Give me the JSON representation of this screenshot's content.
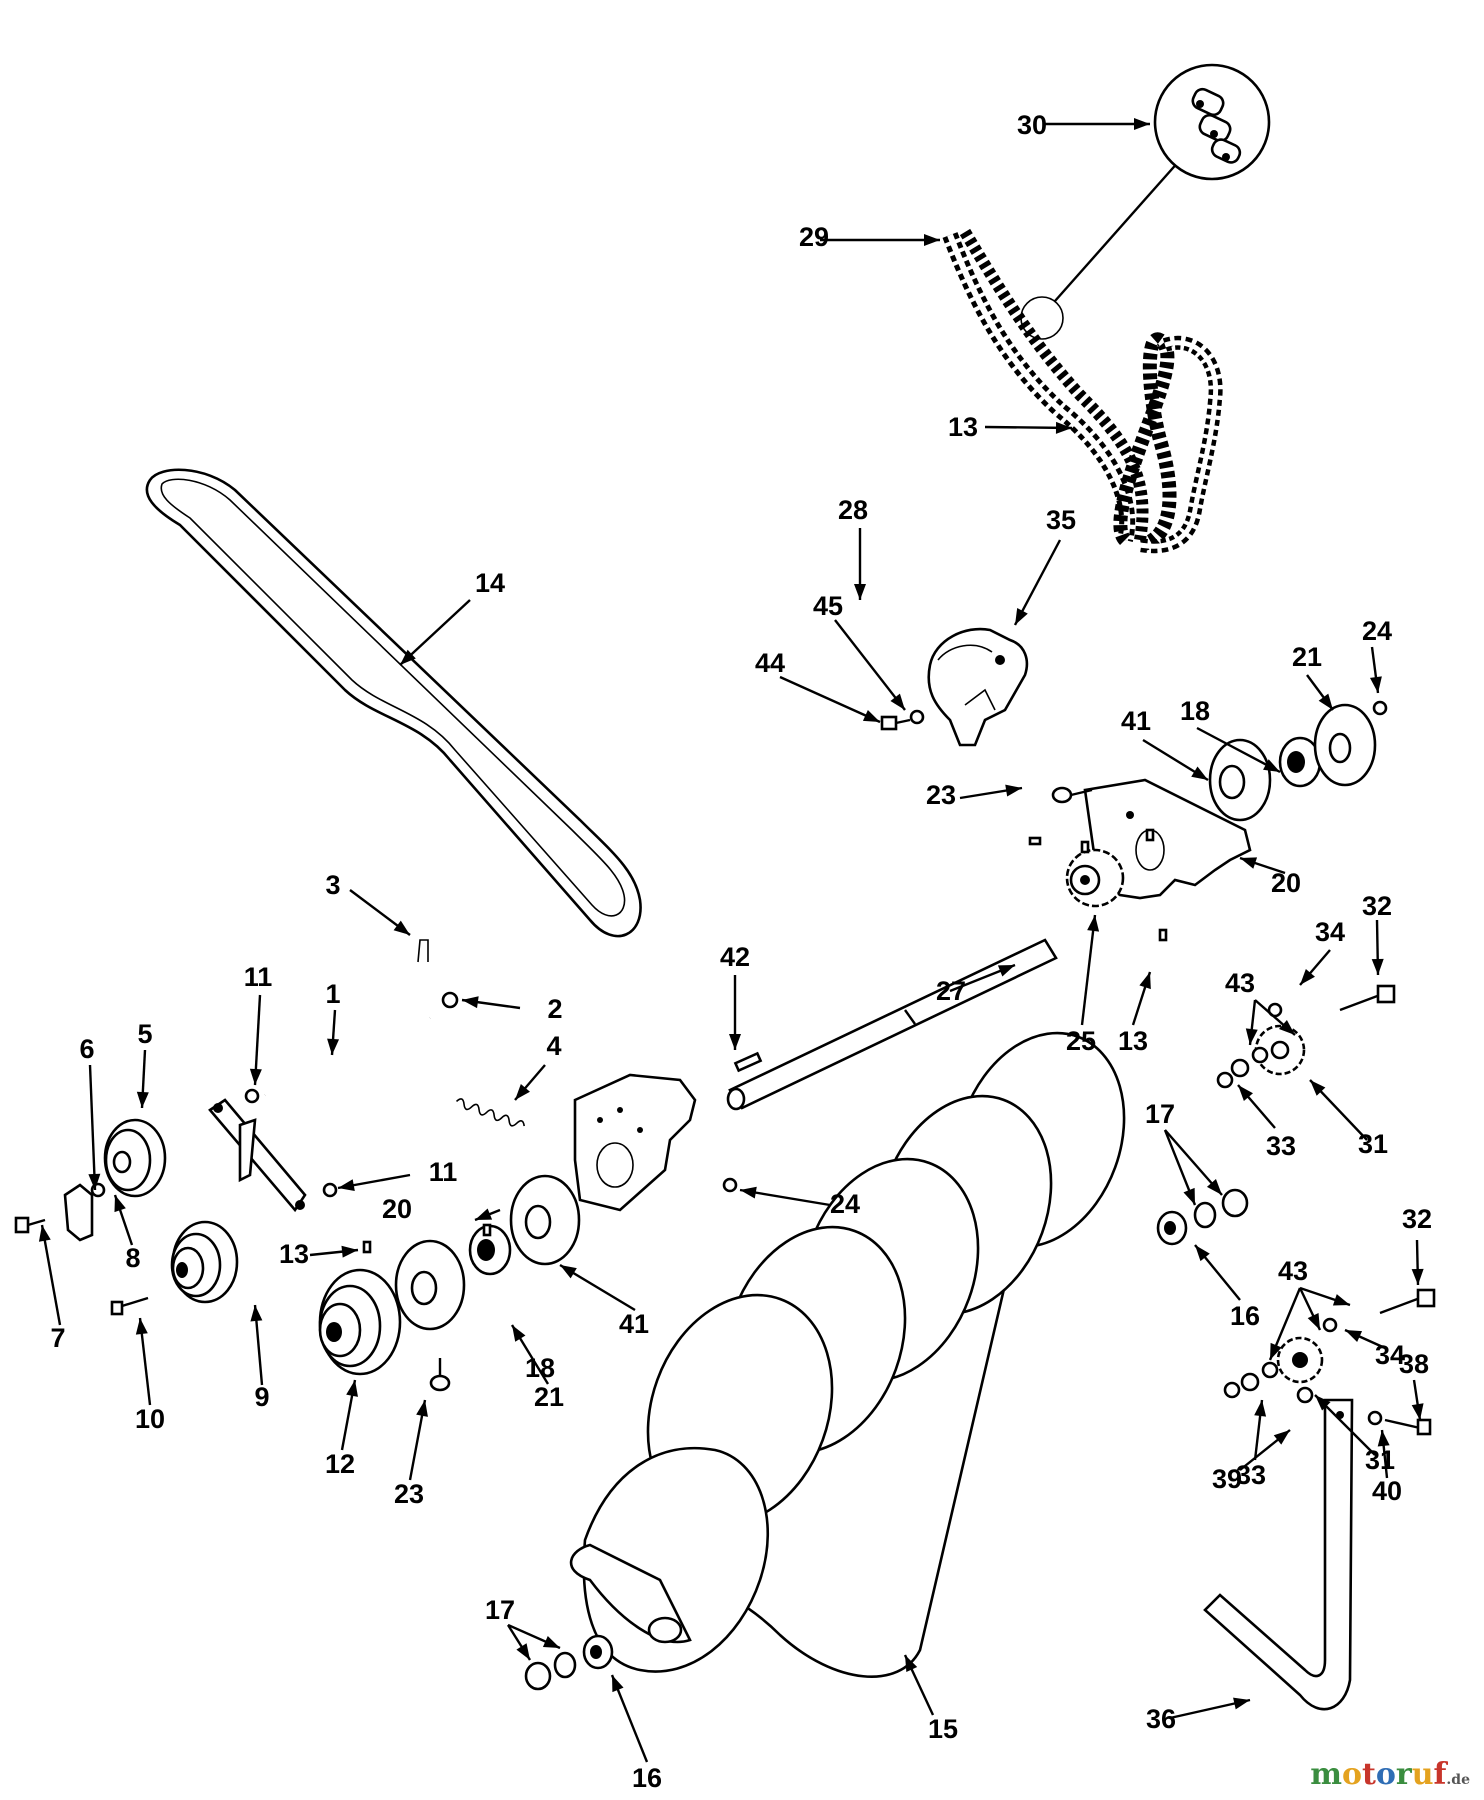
{
  "watermark": {
    "parts": [
      {
        "text": "m",
        "color": "#3a8d3f"
      },
      {
        "text": "o",
        "color": "#e4a21f"
      },
      {
        "text": "t",
        "color": "#c8352b"
      },
      {
        "text": "o",
        "color": "#2f6db5"
      },
      {
        "text": "r",
        "color": "#3a8d3f"
      },
      {
        "text": "u",
        "color": "#e4a21f"
      },
      {
        "text": "f",
        "color": "#c8352b"
      }
    ],
    "suffix": ".de",
    "suffix_color": "#555555"
  },
  "callouts": [
    {
      "label": "1",
      "part": "hitch-rod"
    },
    {
      "label": "2",
      "part": "hitch-rod-nut"
    },
    {
      "label": "3",
      "part": "cotter-pin"
    },
    {
      "label": "4",
      "part": "tension-spring"
    },
    {
      "label": "5",
      "part": "idler-pulley"
    },
    {
      "label": "6",
      "part": "bracket"
    },
    {
      "label": "7",
      "part": "bolt"
    },
    {
      "label": "8",
      "part": "spacer"
    },
    {
      "label": "9",
      "part": "drive-pulley"
    },
    {
      "label": "10",
      "part": "bolt"
    },
    {
      "label": "11",
      "part": "nut"
    },
    {
      "label": "11",
      "part": "nut"
    },
    {
      "label": "12",
      "part": "auger-pulley"
    },
    {
      "label": "13",
      "part": "set-screw"
    },
    {
      "label": "13",
      "part": "set-screw"
    },
    {
      "label": "13",
      "part": "set-screw"
    },
    {
      "label": "14",
      "part": "v-belt"
    },
    {
      "label": "15",
      "part": "auger"
    },
    {
      "label": "16",
      "part": "bearing"
    },
    {
      "label": "16",
      "part": "bearing"
    },
    {
      "label": "17",
      "part": "washers"
    },
    {
      "label": "17",
      "part": "washers"
    },
    {
      "label": "18",
      "part": "bearing"
    },
    {
      "label": "18",
      "part": "bearing"
    },
    {
      "label": "20",
      "part": "set-screw"
    },
    {
      "label": "20",
      "part": "set-screw"
    },
    {
      "label": "21",
      "part": "flange"
    },
    {
      "label": "21",
      "part": "flange"
    },
    {
      "label": "23",
      "part": "carriage-bolt"
    },
    {
      "label": "23",
      "part": "carriage-bolt"
    },
    {
      "label": "24",
      "part": "nut"
    },
    {
      "label": "24",
      "part": "nut"
    },
    {
      "label": "25",
      "part": "sprocket"
    },
    {
      "label": "27",
      "part": "key"
    },
    {
      "label": "28",
      "part": "shaft"
    },
    {
      "label": "29",
      "part": "chain"
    },
    {
      "label": "30",
      "part": "master-link"
    },
    {
      "label": "31",
      "part": "idler-sprocket"
    },
    {
      "label": "31",
      "part": "idler-sprocket"
    },
    {
      "label": "32",
      "part": "bolt"
    },
    {
      "label": "32",
      "part": "bolt"
    },
    {
      "label": "33",
      "part": "nut"
    },
    {
      "label": "33",
      "part": "nut"
    },
    {
      "label": "34",
      "part": "washer"
    },
    {
      "label": "34",
      "part": "washer"
    },
    {
      "label": "35",
      "part": "chain-guard"
    },
    {
      "label": "36",
      "part": "strap"
    },
    {
      "label": "38",
      "part": "bolt"
    },
    {
      "label": "39",
      "part": "nut"
    },
    {
      "label": "40",
      "part": "washer"
    },
    {
      "label": "41",
      "part": "flange"
    },
    {
      "label": "41",
      "part": "flange"
    },
    {
      "label": "42",
      "part": "key"
    },
    {
      "label": "43",
      "part": "washers"
    },
    {
      "label": "43",
      "part": "washers"
    },
    {
      "label": "44",
      "part": "bolt"
    },
    {
      "label": "45",
      "part": "washer"
    }
  ]
}
